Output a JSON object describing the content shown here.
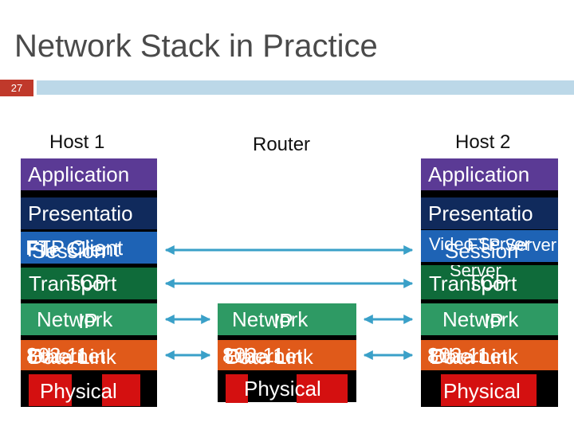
{
  "title": "Network Stack in Practice",
  "slide_number": "27",
  "host1": {
    "label": "Host 1",
    "application": "Application",
    "presentation": "Presentatio",
    "session": "Session",
    "session_overlay_1": "FTP Client",
    "session_overlay_2": "File Client",
    "transport": "Transport",
    "transport_overlay": "TCP",
    "network": "Network",
    "network_overlay": "IP",
    "datalink": "Data Link",
    "datalink_overlay_1": "802.11",
    "datalink_overlay_2": "Ethernet",
    "physical": "Physical"
  },
  "router": {
    "label": "Router",
    "network": "Network",
    "network_overlay": "IP",
    "datalink": "Data Link",
    "datalink_overlay_1": "802.11",
    "datalink_overlay_2": "Ethernet",
    "physical": "Physical"
  },
  "host2": {
    "label": "Host 2",
    "application": "Application",
    "presentation": "Presentatio",
    "session": "Session",
    "session_overlay_1": "Video Server",
    "session_overlay_2": "FTP Server",
    "transport": "Transport",
    "transport_overlay_1": "Server",
    "transport_overlay_2": "TCP",
    "network": "Network",
    "network_overlay": "IP",
    "datalink": "Data Link",
    "datalink_overlay_1": "802.11",
    "datalink_overlay_2": "Ethernet",
    "physical": "Physical"
  },
  "colors": {
    "application": "#5b3a95",
    "presentation": "#102a5c",
    "session": "#1e63b5",
    "transport": "#0f6b3a",
    "network": "#2e9a64",
    "datalink": "#e05a1a",
    "physical": "#d41010",
    "arrow": "#3aa0c8"
  }
}
